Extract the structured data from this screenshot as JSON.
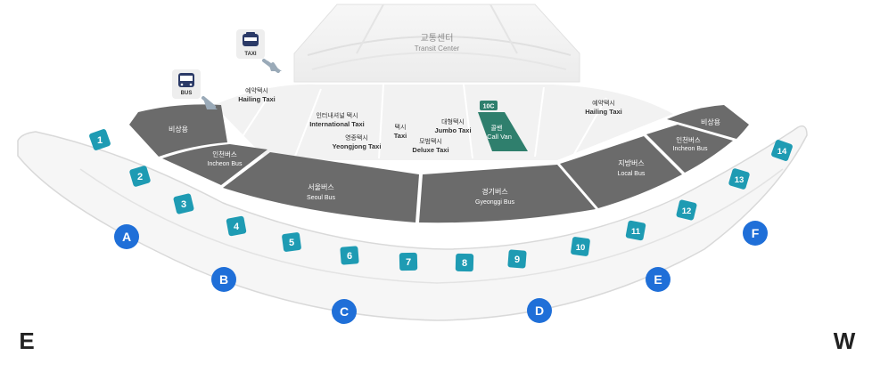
{
  "transit_center": {
    "ko": "교통센터",
    "en": "Transit Center"
  },
  "icons": {
    "taxi": {
      "label": "TAXI",
      "icon": "taxi-icon"
    },
    "bus": {
      "label": "BUS",
      "icon": "bus-icon"
    }
  },
  "taxi_zones": {
    "hailing_left": {
      "ko": "예약택시",
      "en": "Hailing Taxi"
    },
    "international": {
      "ko": "인터내셔널 택시",
      "en": "International Taxi"
    },
    "yeongjong": {
      "ko": "영종택시",
      "en": "Yeongjong Taxi"
    },
    "taxi": {
      "ko": "택시",
      "en": "Taxi"
    },
    "jumbo": {
      "ko": "대형택시",
      "en": "Jumbo Taxi"
    },
    "deluxe": {
      "ko": "모범택시",
      "en": "Deluxe Taxi"
    },
    "call_van": {
      "ko": "콜밴",
      "en": "Call Van",
      "stop": "10C"
    },
    "hailing_right": {
      "ko": "예약택시",
      "en": "Hailing Taxi"
    }
  },
  "bus_zones": {
    "emergency_left": {
      "ko": "비상용"
    },
    "incheon_left": {
      "ko": "인천버스",
      "en": "Incheon Bus"
    },
    "seoul": {
      "ko": "서울버스",
      "en": "Seoul Bus"
    },
    "gyeonggi": {
      "ko": "경기버스",
      "en": "Gyeonggi Bus"
    },
    "local": {
      "ko": "지방버스",
      "en": "Local Bus"
    },
    "incheon_right": {
      "ko": "인천버스",
      "en": "Incheon Bus"
    },
    "emergency_right": {
      "ko": "비상용"
    }
  },
  "stops": [
    "1",
    "2",
    "3",
    "4",
    "5",
    "6",
    "7",
    "8",
    "9",
    "10",
    "11",
    "12",
    "13",
    "14"
  ],
  "gates": [
    "A",
    "B",
    "C",
    "D",
    "E",
    "F"
  ],
  "directions": {
    "left": "E",
    "right": "W"
  },
  "colors": {
    "stop": "#1e9bb3",
    "gate": "#1f6fd8",
    "zone": "#6b6b6b",
    "call_van": "#2f7f6d"
  }
}
